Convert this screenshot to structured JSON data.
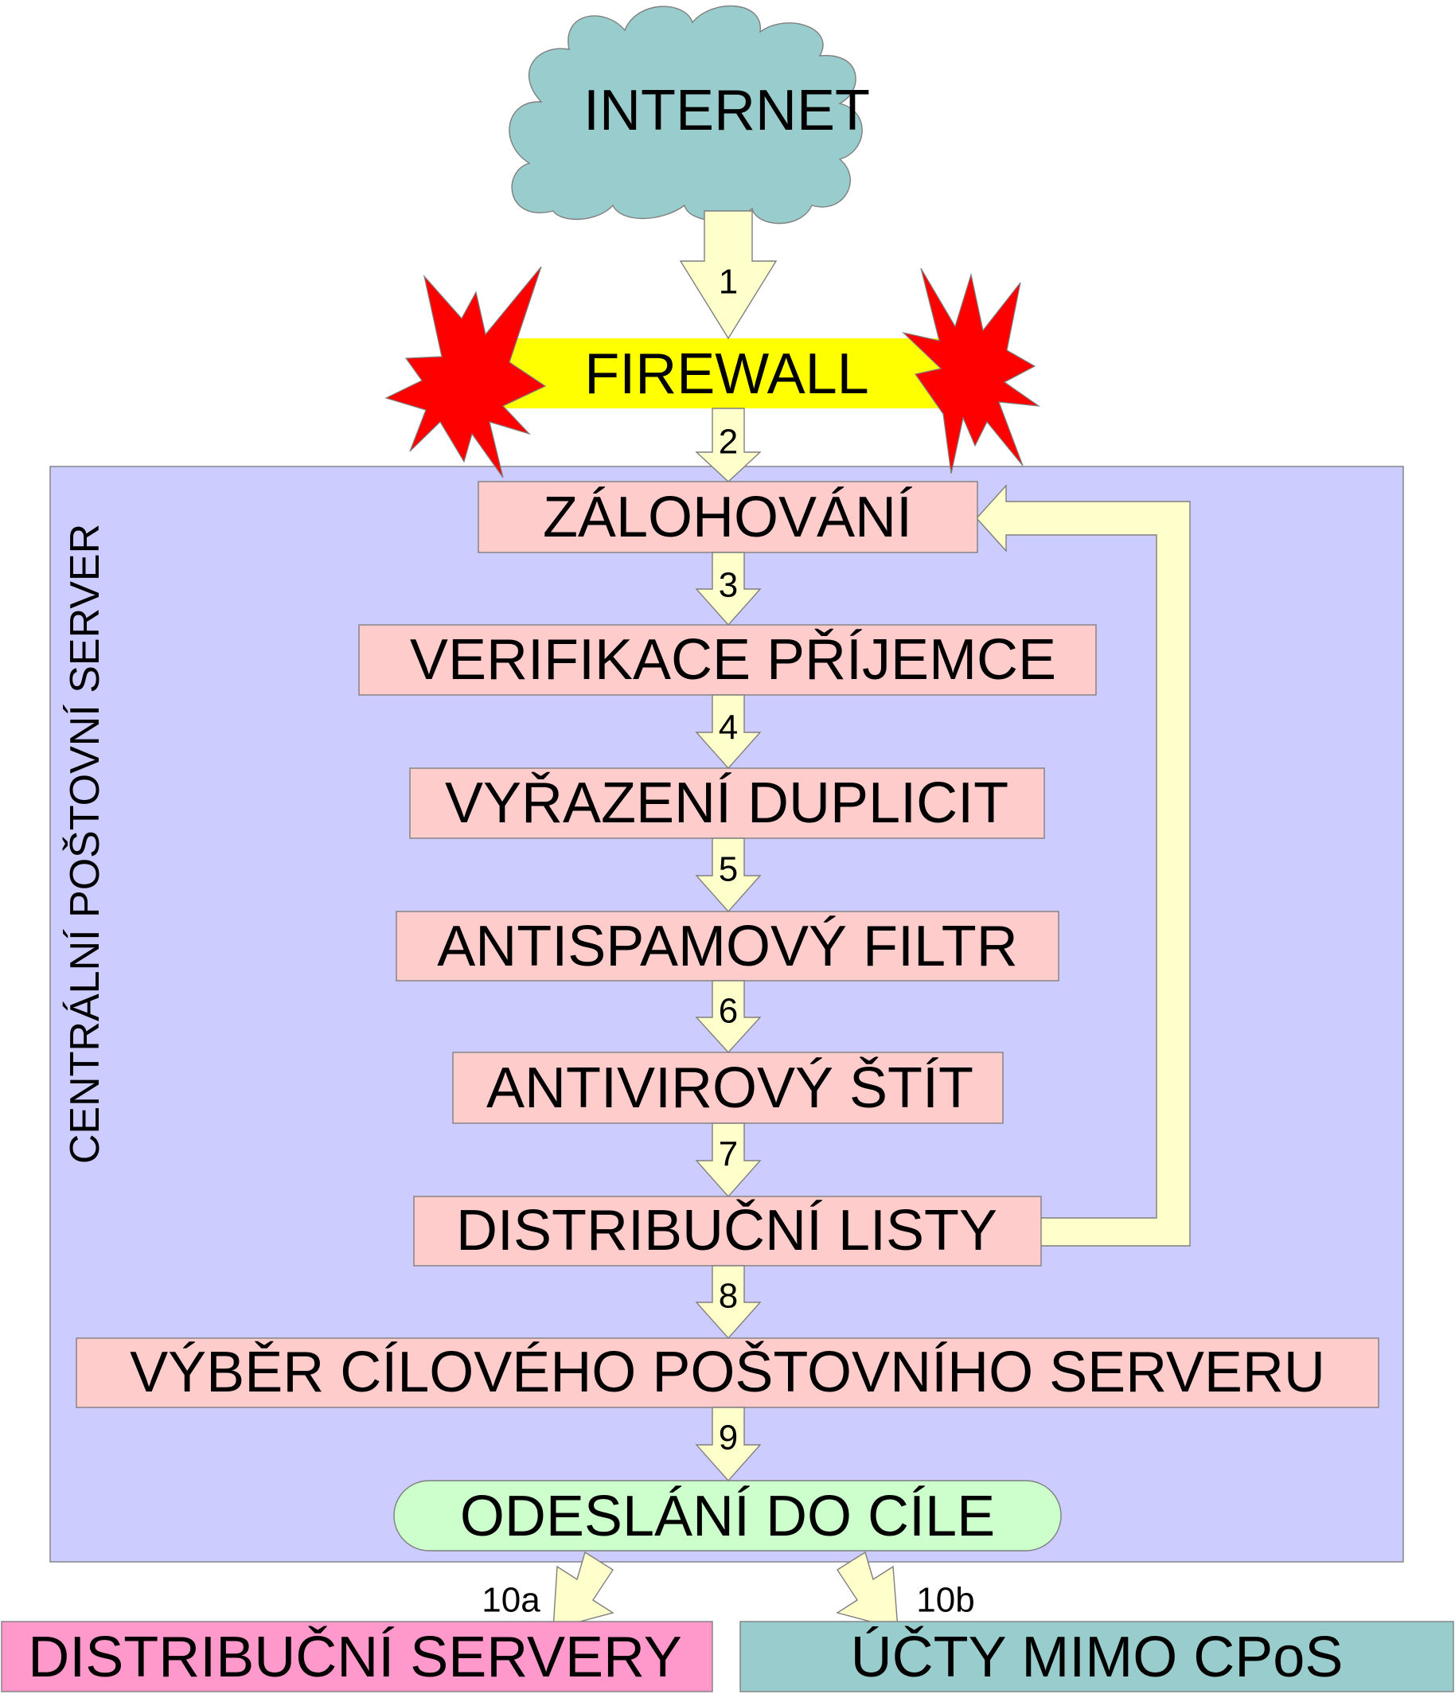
{
  "internet": "INTERNET",
  "firewall": "FIREWALL",
  "server_title": "CENTRÁLNÍ POŠTOVNÍ SERVER",
  "steps": [
    "ZÁLOHOVÁNÍ",
    "VERIFIKACE PŘÍJEMCE",
    "VYŘAZENÍ DUPLICIT",
    "ANTISPAMOVÝ FILTR",
    "ANTIVIROVÝ ŠTÍT",
    "DISTRIBUČNÍ LISTY",
    "VÝBĚR CÍLOVÉHO POŠTOVNÍHO SERVERU"
  ],
  "final_step": "ODESLÁNÍ DO CÍLE",
  "arrow_labels": [
    "1",
    "2",
    "3",
    "4",
    "5",
    "6",
    "7",
    "8",
    "9",
    "10a",
    "10b"
  ],
  "outputs": {
    "left": "DISTRIBUČNÍ SERVERY",
    "right": "ÚČTY MIMO CPoS"
  },
  "colors": {
    "cloud": "#99cccc",
    "firewall": "#ffff00",
    "explosion": "#ff0000",
    "server_area": "#ccccff",
    "step_box": "#ffcccc",
    "final_step": "#ccffcc",
    "arrow_fill": "#ffffcc",
    "output_left": "#ff99cc",
    "output_right": "#99cccc"
  }
}
